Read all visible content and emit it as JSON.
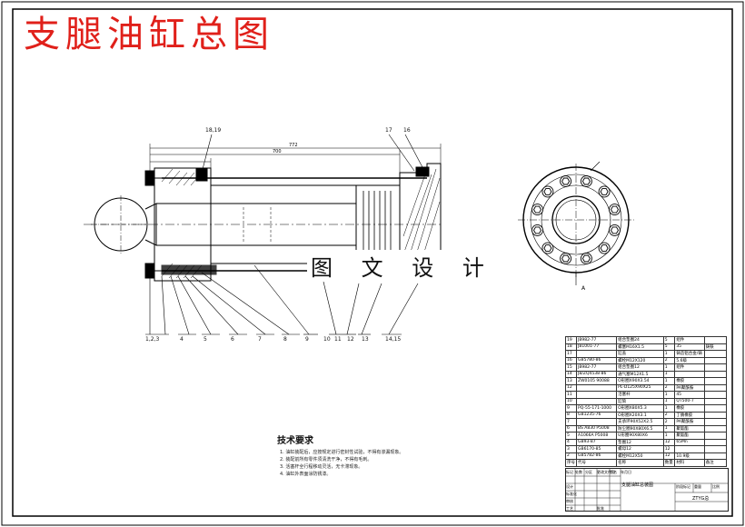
{
  "title": "支腿油缸总图",
  "watermark": "图 文 设 计",
  "technical_requirements": {
    "heading": "技术要求",
    "lines": [
      "1. 油缸装配后，应按规定进行密封性试验，不得有渗漏现象。",
      "2. 装配前所有零件须清洗干净，不得有毛刺。",
      "3. 活塞杆全行程移动灵活，无卡滞现象。",
      "4. 油缸外表面涂防锈漆。"
    ]
  },
  "callouts": {
    "top": [
      "18,19",
      "17",
      "16"
    ],
    "bottom": [
      "1,2,3",
      "4",
      "5",
      "6",
      "7",
      "8",
      "9",
      "10",
      "11",
      "12",
      "13",
      "14,15"
    ],
    "section_mark": "A"
  },
  "bom": {
    "rows": [
      [
        "19",
        "JB982-77",
        "组合垫圈24",
        "5",
        "组件",
        ""
      ],
      [
        "18",
        "JB1001-77",
        "螺塞M16X1.5",
        "5",
        "35",
        "铸铁"
      ],
      [
        "17",
        "",
        "缸盖",
        "1",
        "铸造铝合金/铸",
        ""
      ],
      [
        "16",
        "GB5780-86",
        "螺栓M12X120",
        "2",
        "5.6级",
        ""
      ],
      [
        "15",
        "JB982-77",
        "组合垫圈12",
        "1",
        "组件",
        ""
      ],
      [
        "14",
        "JB/ZQ4538-86",
        "通气塞M12X1.5",
        "1",
        "",
        ""
      ],
      [
        "13",
        "ZW0105 90088",
        "O形圈X90X3.54",
        "1",
        "橡胶",
        ""
      ],
      [
        "12",
        "",
        "PL-D125X90X25",
        "2",
        "PA聚酰胺",
        ""
      ],
      [
        "11",
        "",
        "活塞杆",
        "1",
        "45",
        ""
      ],
      [
        "10",
        "",
        "缸筒",
        "1",
        "QT500-7",
        ""
      ],
      [
        "9",
        "PQ-55-171-1000",
        "O形圈X80X5.3",
        "1",
        "橡胶",
        ""
      ],
      [
        "8",
        "GB1235-76",
        "O形圈X20X3.1",
        "2",
        "丁腈橡胶",
        ""
      ],
      [
        "7",
        "",
        "支承环90X52X2.5",
        "2",
        "PA聚酰胺",
        ""
      ],
      [
        "6",
        "BS A830 P5008",
        "防尘圈90X80X6.5",
        "1",
        "聚氨酯",
        ""
      ],
      [
        "5",
        "A1066A P5008",
        "U形圈90X80X6",
        "1",
        "聚氨酯",
        ""
      ],
      [
        "4",
        "GB93-87",
        "垫圈12",
        "12",
        "65Mn",
        ""
      ],
      [
        "3",
        "GB6170-85",
        "螺母12",
        "12",
        "",
        ""
      ],
      [
        "2",
        "GB5782-86",
        "螺栓M12X50",
        "12",
        "10.9级",
        ""
      ]
    ],
    "header": [
      "序号",
      "代号",
      "名称",
      "数量",
      "材料",
      "备注"
    ]
  },
  "title_block": {
    "drawing_name": "支腿油缸总装图",
    "drawing_code": "ZTYG总",
    "labels": [
      "标记",
      "处数",
      "分区",
      "更改文件号",
      "签名",
      "年月日",
      "设计",
      "标准化",
      "审核",
      "工艺",
      "批准",
      "阶段标记",
      "重量",
      "比例"
    ]
  }
}
